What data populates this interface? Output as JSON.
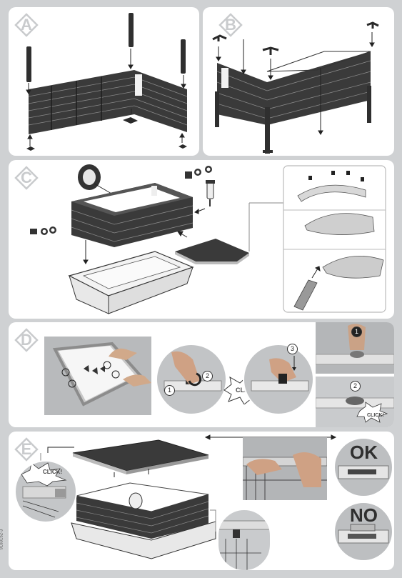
{
  "sections": {
    "a": {
      "label": "A"
    },
    "b": {
      "label": "B"
    },
    "c": {
      "label": "C"
    },
    "d": {
      "label": "D"
    },
    "e": {
      "label": "E"
    }
  },
  "callouts": {
    "click_d_center": "CLICK!",
    "click_d_right": "CLICK!",
    "click_e_left": "CLICK!"
  },
  "steps": {
    "d_circle_1": "1",
    "d_circle_2": "2",
    "d_circle_3": "3",
    "d_photo_1": "1",
    "d_photo_2": "2"
  },
  "verdicts": {
    "ok": "OK",
    "no": "NO"
  },
  "document_code": "9183152-3",
  "colors": {
    "background": "#cfd1d3",
    "panel": "#ffffff",
    "grid": "#3a3a3a",
    "badge": "#c9cbcd"
  }
}
